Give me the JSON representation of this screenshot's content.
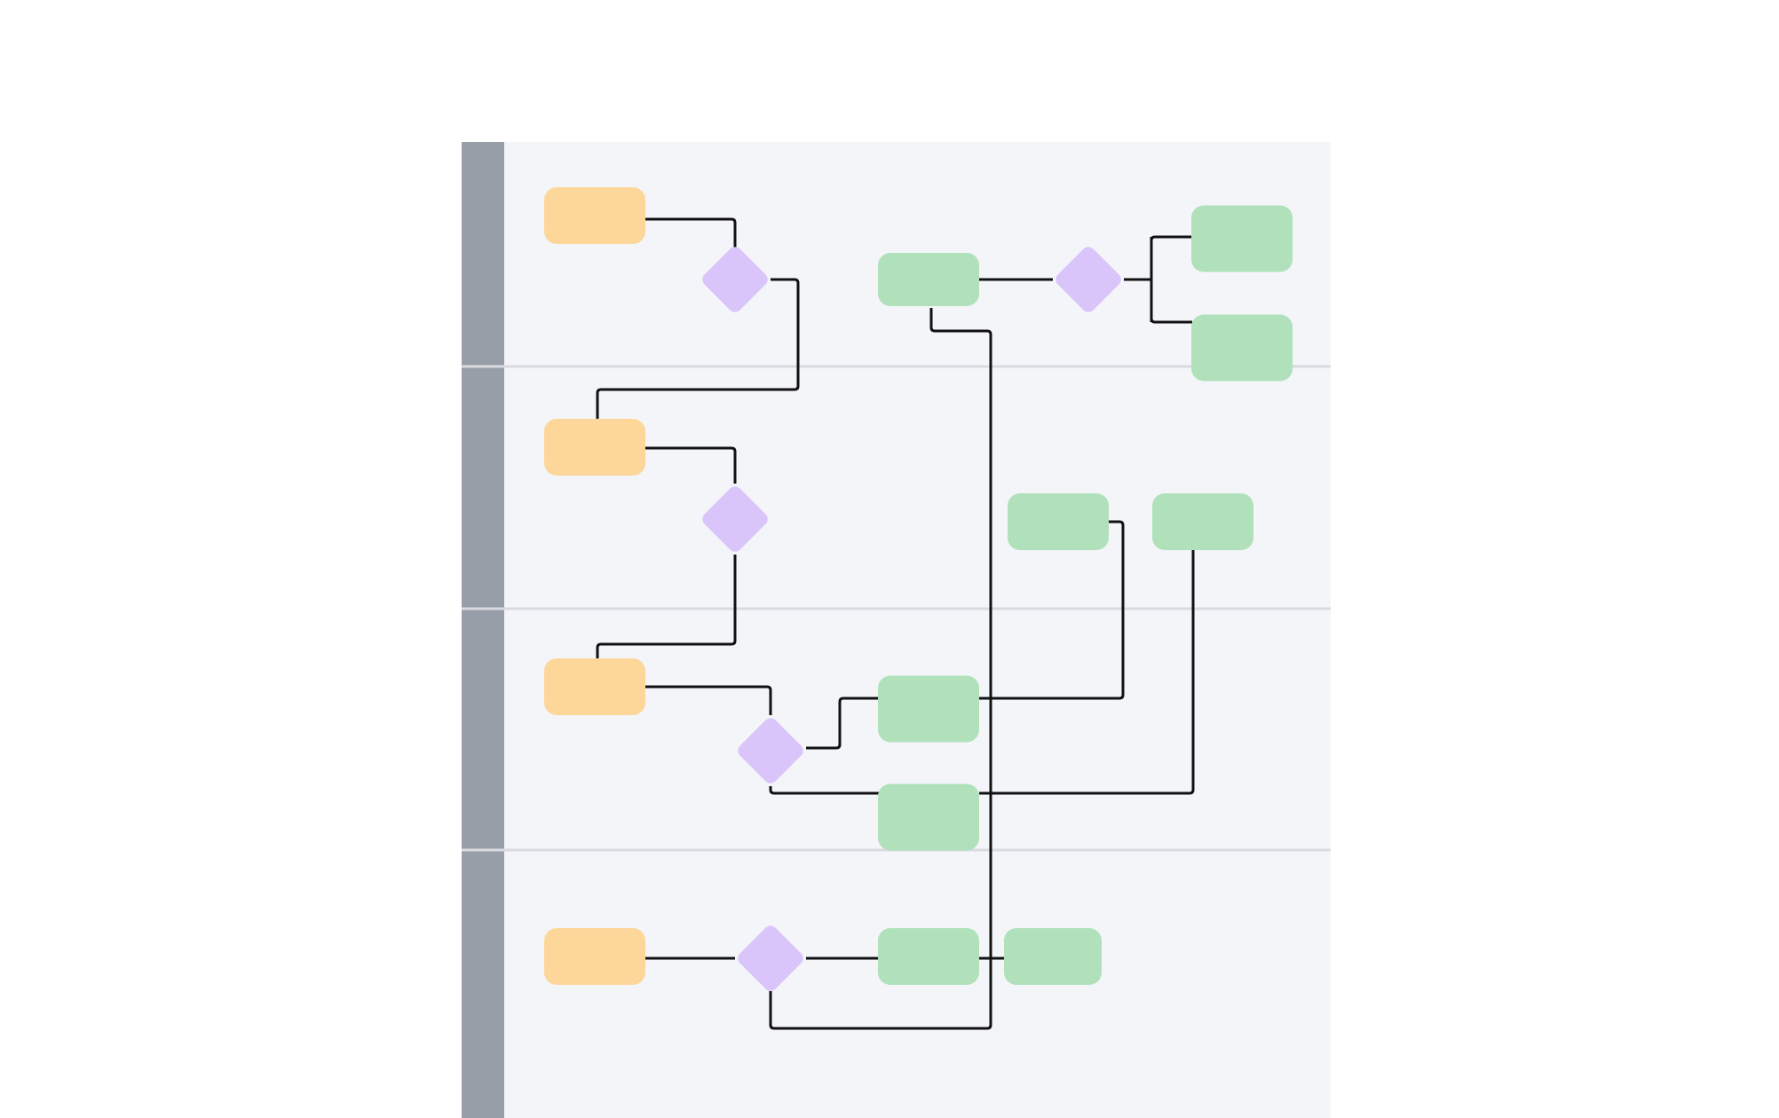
{
  "colors": {
    "canvas": "#ffffff",
    "board_background": "#f4f5f9",
    "lane_header": "#979ea8",
    "lane_divider": "#d9dbe1",
    "connector": "#111111",
    "start_node": "#fdd79a",
    "decision_node": "#dac5fb",
    "process_node": "#b0e1bb"
  },
  "diagram": {
    "lane_count": 4,
    "lanes": [
      {
        "id": "lane-1",
        "label": ""
      },
      {
        "id": "lane-2",
        "label": ""
      },
      {
        "id": "lane-3",
        "label": ""
      },
      {
        "id": "lane-4",
        "label": ""
      }
    ],
    "nodes": [
      {
        "id": "start-1",
        "type": "start",
        "lane": 1,
        "label": ""
      },
      {
        "id": "decision-1",
        "type": "decision",
        "lane": 1,
        "label": ""
      },
      {
        "id": "process-1a",
        "type": "process",
        "lane": 1,
        "label": ""
      },
      {
        "id": "decision-1b",
        "type": "decision",
        "lane": 1,
        "label": ""
      },
      {
        "id": "process-1b",
        "type": "process",
        "lane": 1,
        "label": ""
      },
      {
        "id": "process-1c",
        "type": "process",
        "lane": 1,
        "label": ""
      },
      {
        "id": "start-2",
        "type": "start",
        "lane": 2,
        "label": ""
      },
      {
        "id": "decision-2",
        "type": "decision",
        "lane": 2,
        "label": ""
      },
      {
        "id": "process-2a",
        "type": "process",
        "lane": 2,
        "label": ""
      },
      {
        "id": "process-2b",
        "type": "process",
        "lane": 2,
        "label": ""
      },
      {
        "id": "start-3",
        "type": "start",
        "lane": 3,
        "label": ""
      },
      {
        "id": "decision-3",
        "type": "decision",
        "lane": 3,
        "label": ""
      },
      {
        "id": "process-3a",
        "type": "process",
        "lane": 3,
        "label": ""
      },
      {
        "id": "process-3b",
        "type": "process",
        "lane": 3,
        "label": ""
      },
      {
        "id": "start-4",
        "type": "start",
        "lane": 4,
        "label": ""
      },
      {
        "id": "decision-4",
        "type": "decision",
        "lane": 4,
        "label": ""
      },
      {
        "id": "process-4a",
        "type": "process",
        "lane": 4,
        "label": ""
      },
      {
        "id": "process-4b",
        "type": "process",
        "lane": 4,
        "label": ""
      }
    ],
    "edges": [
      {
        "from": "start-1",
        "to": "decision-1"
      },
      {
        "from": "decision-1",
        "to": "start-2"
      },
      {
        "from": "start-2",
        "to": "decision-2"
      },
      {
        "from": "decision-2",
        "to": "start-3"
      },
      {
        "from": "start-3",
        "to": "decision-3"
      },
      {
        "from": "decision-3",
        "to": "process-3a"
      },
      {
        "from": "decision-3",
        "to": "process-3b"
      },
      {
        "from": "process-3a",
        "to": "process-2a"
      },
      {
        "from": "process-3b",
        "to": "process-2b"
      },
      {
        "from": "start-4",
        "to": "decision-4"
      },
      {
        "from": "decision-4",
        "to": "process-4a"
      },
      {
        "from": "process-4a",
        "to": "process-4b"
      },
      {
        "from": "decision-4",
        "to": "process-1a"
      },
      {
        "from": "process-1a",
        "to": "decision-1b"
      },
      {
        "from": "decision-1b",
        "to": "process-1b"
      },
      {
        "from": "decision-1b",
        "to": "process-1c"
      }
    ]
  }
}
